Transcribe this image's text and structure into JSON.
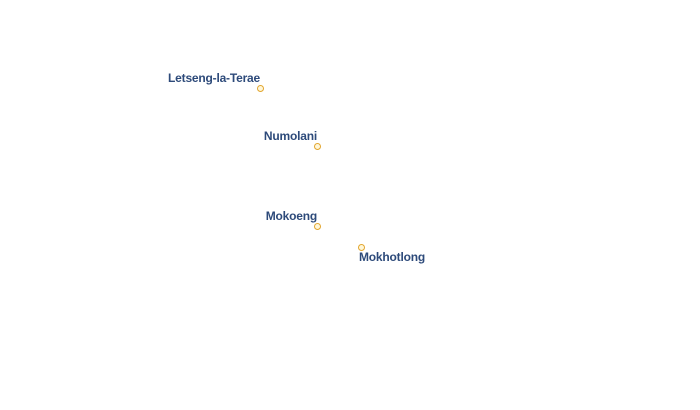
{
  "places": [
    {
      "id": "letseng-la-terae",
      "name": "Letseng-la-Terae"
    },
    {
      "id": "numolani",
      "name": "Numolani"
    },
    {
      "id": "mokoeng",
      "name": "Mokoeng"
    },
    {
      "id": "mokhotlong",
      "name": "Mokhotlong"
    }
  ],
  "colors": {
    "label_text": "#2d4a7a",
    "point_stroke": "#e2a62f",
    "point_fill": "#fff7d9",
    "background": "#ffffff"
  }
}
